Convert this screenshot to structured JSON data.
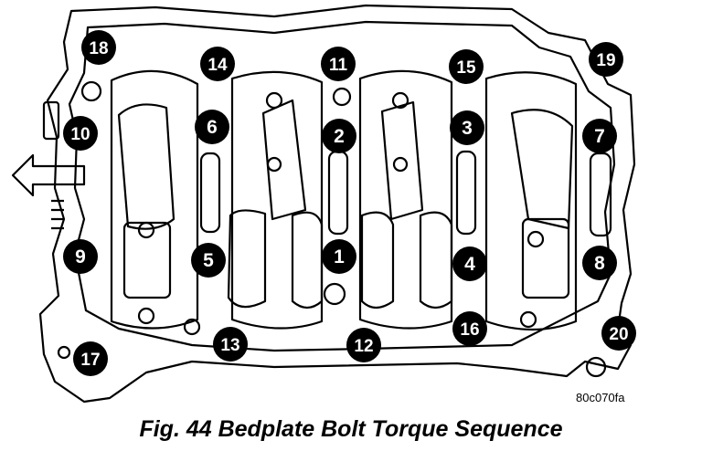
{
  "figure_code": "80c070fa",
  "caption": "Fig. 44 Bedplate Bolt Torque Sequence",
  "colors": {
    "line": "#000000",
    "marker_fill": "#000000",
    "marker_text": "#ffffff",
    "background": "#ffffff"
  },
  "bolts": [
    {
      "label": "1"
    },
    {
      "label": "2"
    },
    {
      "label": "3"
    },
    {
      "label": "4"
    },
    {
      "label": "5"
    },
    {
      "label": "6"
    },
    {
      "label": "7"
    },
    {
      "label": "8"
    },
    {
      "label": "9"
    },
    {
      "label": "10"
    },
    {
      "label": "11"
    },
    {
      "label": "12"
    },
    {
      "label": "13"
    },
    {
      "label": "14"
    },
    {
      "label": "15"
    },
    {
      "label": "16"
    },
    {
      "label": "17"
    },
    {
      "label": "18"
    },
    {
      "label": "19"
    },
    {
      "label": "20"
    }
  ]
}
